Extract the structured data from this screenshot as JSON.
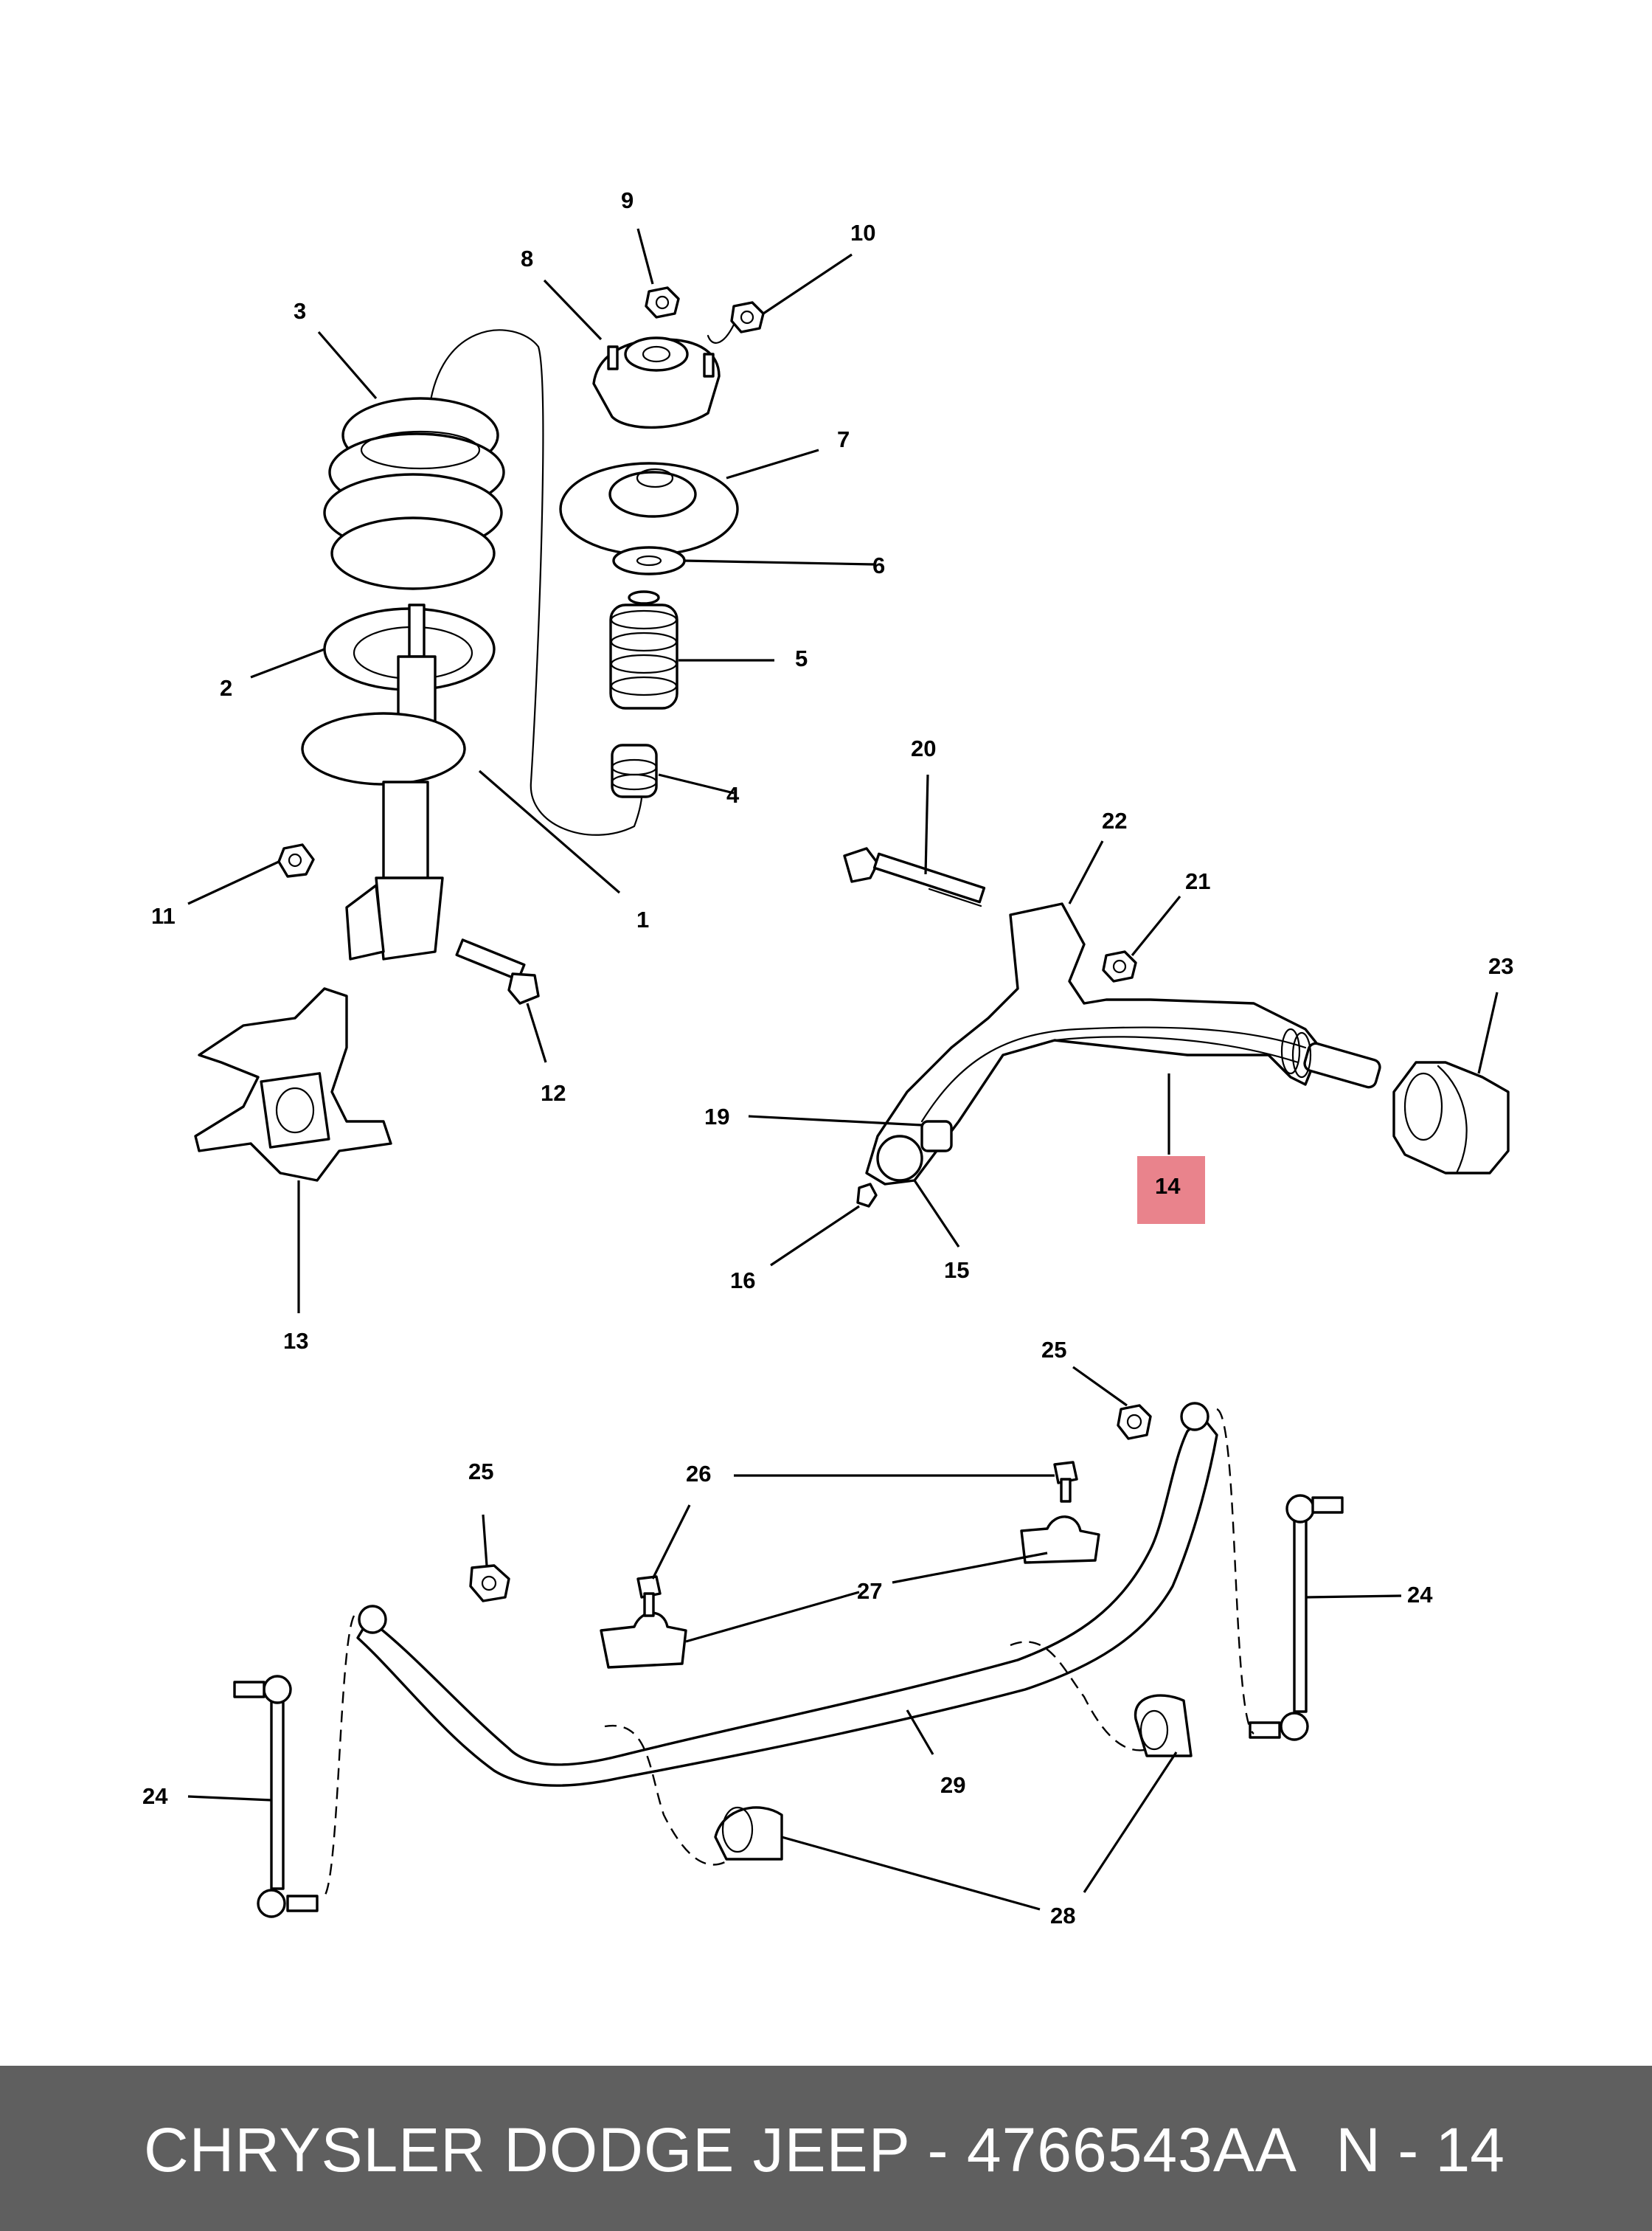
{
  "callouts": {
    "c1": "1",
    "c2": "2",
    "c3": "3",
    "c4": "4",
    "c5": "5",
    "c6": "6",
    "c7": "7",
    "c8": "8",
    "c9": "9",
    "c10": "10",
    "c11": "11",
    "c12": "12",
    "c13": "13",
    "c14": "14",
    "c15": "15",
    "c16": "16",
    "c19": "19",
    "c20": "20",
    "c21": "21",
    "c22": "22",
    "c23": "23",
    "c24a": "24",
    "c24b": "24",
    "c25a": "25",
    "c25b": "25",
    "c26": "26",
    "c27": "27",
    "c28": "28",
    "c29": "29"
  },
  "highlight": {
    "color": "#e9838c",
    "part": "14"
  },
  "footer": {
    "title": "CHRYSLER DODGE JEEP - 4766543AA",
    "page": "N - 14",
    "background": "#5f5f5f"
  }
}
